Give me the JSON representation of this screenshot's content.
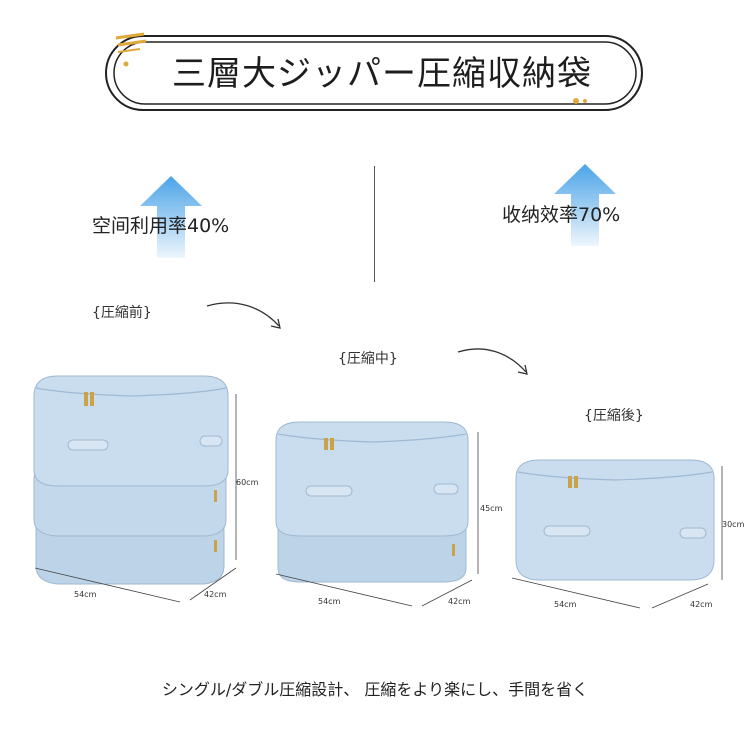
{
  "title": "三層大ジッパー圧縮収納袋",
  "stats": {
    "left": "空间利用率40%",
    "right": "收纳效率70%"
  },
  "stages": {
    "before": "{圧縮前}",
    "middle": "{圧縮中}",
    "after": "{圧縮後}"
  },
  "dimensions": {
    "large": {
      "width": "54cm",
      "depth": "42cm",
      "height": "60cm"
    },
    "medium": {
      "width": "54cm",
      "depth": "42cm",
      "height": "45cm"
    },
    "small": {
      "width": "54cm",
      "depth": "42cm",
      "height": "30cm"
    }
  },
  "footer": "シングル/ダブル圧縮設計、 圧縮をより楽にし、手間を省く",
  "colors": {
    "box_fill": "#c3d8eb",
    "box_shade": "#a9c3dc",
    "arrow_top": "#5aa9e6",
    "arrow_bottom": "#e6f2fb",
    "zipper": "#c9a24a"
  },
  "icons": [
    "up-arrow-icon",
    "curved-arrow-icon",
    "pencil-doodle-icon"
  ]
}
